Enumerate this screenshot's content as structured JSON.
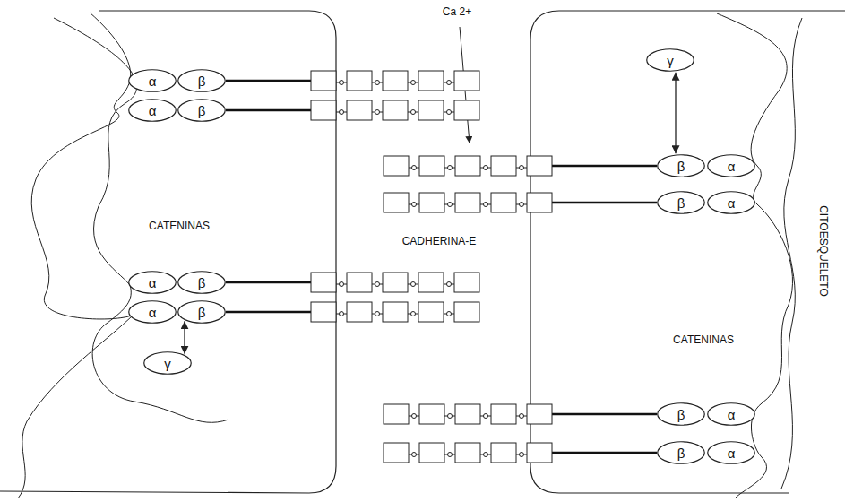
{
  "diagram": {
    "nodes": [
      {
        "text": [
          "α"
        ]
      },
      {
        "text": [
          "β"
        ]
      },
      {
        "text": [
          "γ"
        ]
      },
      {
        "text": [
          "α"
        ]
      },
      {
        "text": [
          "β"
        ]
      },
      {
        "text": [
          "β"
        ]
      },
      {
        "text": [
          "α"
        ]
      },
      {
        "text": [
          "β"
        ]
      },
      {
        "text": [
          "α"
        ]
      },
      {
        "text": [
          "α"
        ]
      },
      {
        "text": [
          "β"
        ]
      },
      {
        "text": [
          "α"
        ]
      },
      {
        "text": [
          "β"
        ]
      },
      {
        "text": [
          "β"
        ]
      },
      {
        "text": [
          "α"
        ]
      },
      {
        "text": [
          "β"
        ]
      },
      {
        "text": [
          "α"
        ]
      },
      {
        "text": [
          "γ"
        ]
      }
    ],
    "edges": [
      {
        "from": 2,
        "to": 5,
        "arrow": "both"
      },
      {
        "from": 12,
        "to": 17,
        "arrow": "both"
      }
    ],
    "labels": [
      "Ca 2+",
      "CATENINAS",
      "CADHERINA-E",
      "CATENINAS",
      "CITOESQUELETO"
    ]
  }
}
